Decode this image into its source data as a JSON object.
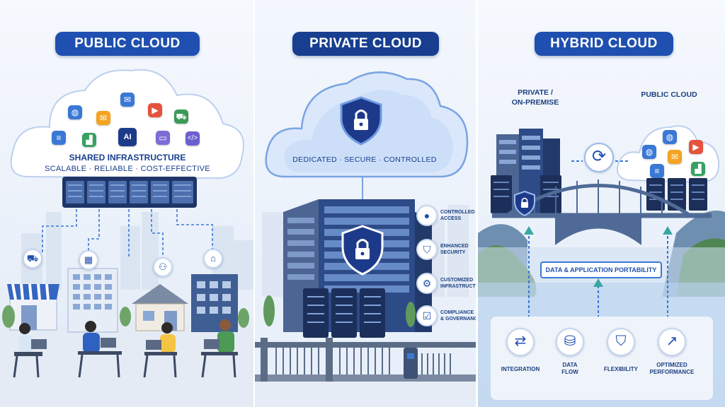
{
  "public_cloud": {
    "title": "PUBLIC CLOUD",
    "caption_main": "SHARED INFRASTRUCTURE",
    "caption_sub": "SCALABLE · RELIABLE · COST-EFFECTIVE"
  },
  "private_cloud": {
    "title": "PRIVATE CLOUD",
    "cloud_caption": "DEDICATED · SECURE · CONTROLLED",
    "features": [
      {
        "label": "CONTROLLED\nACCESS",
        "icon": "user-icon"
      },
      {
        "label": "ENHANCED\nSECURITY",
        "icon": "shield-icon"
      },
      {
        "label": "CUSTOMIZED\nINFRASTRUCTURE",
        "icon": "gear-icon"
      },
      {
        "label": "COMPLIANCE\n& GOVERNANCE",
        "icon": "checklist-icon"
      }
    ]
  },
  "hybrid_cloud": {
    "title": "HYBRID CLOUD",
    "left_label": "PRIVATE /\nON-PREMISE",
    "right_label": "PUBLIC CLOUD",
    "portability": "DATA & APPLICATION PORTABILITY",
    "benefits": [
      {
        "label": "INTEGRATION",
        "icon": "arrows-exchange-icon"
      },
      {
        "label": "DATA\nFLOW",
        "icon": "database-icon"
      },
      {
        "label": "FLEXIBILITY",
        "icon": "shield-gear-icon"
      },
      {
        "label": "OPTIMIZED\nPERFORMANCE",
        "icon": "chart-up-icon"
      }
    ]
  },
  "colors": {
    "brand_blue": "#1f4fb0",
    "dark_blue": "#173e8f",
    "accent_blue": "#3a78d6"
  }
}
